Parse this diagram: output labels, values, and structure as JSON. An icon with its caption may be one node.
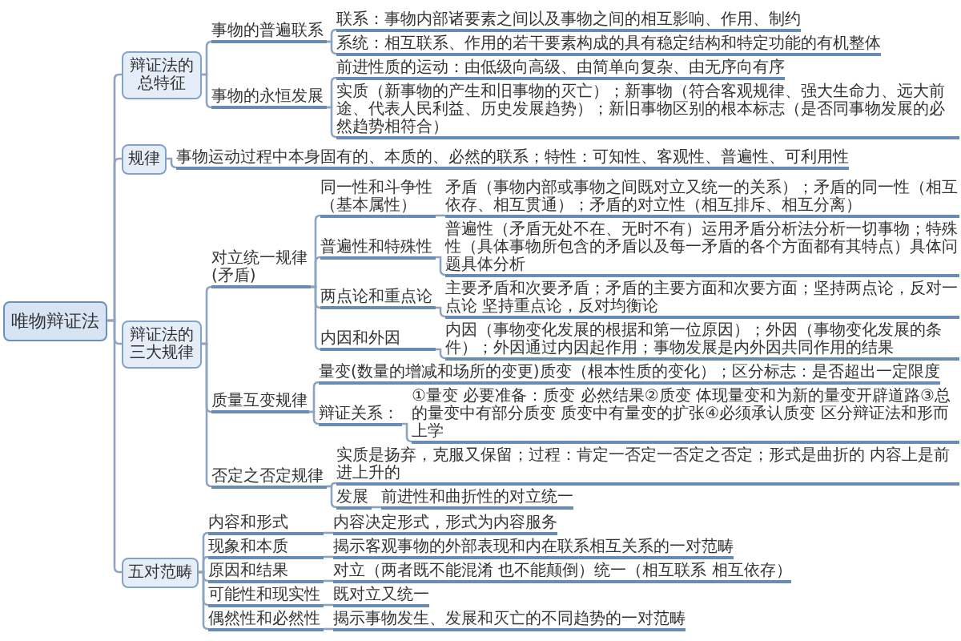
{
  "diagram": {
    "nodes": [
      {
        "text": [
          "唯物辩证法"
        ]
      },
      {
        "text": [
          "辩证法的总特征"
        ]
      },
      {
        "text": [
          "事物的普遍联系"
        ]
      },
      {
        "text": [
          "联系：事物内部诸要素之间以及事物之间的相互影响、作用、制约"
        ]
      },
      {
        "text": [
          "系统：相互联系、作用的若干要素构成的具有稳定结构和特定功能的有机整体"
        ]
      },
      {
        "text": [
          "事物的永恒发展"
        ]
      },
      {
        "text": [
          "前进性质的运动：由低级向高级、由简单向复杂、由无序向有序"
        ]
      },
      {
        "text": [
          "实质（新事物的产生和旧事物的灭亡）；新事物（符合客观规律、强大生命力、远大前途、代表人民利益、历史发展趋势）；新旧事物区别的根本标志（是否同事物发展的必然趋势相符合）"
        ]
      },
      {
        "text": [
          "规律"
        ]
      },
      {
        "text": [
          "事物运动过程中本身固有的、本质的、必然的联系；特性：可知性、客观性、普遍性、可利用性"
        ]
      },
      {
        "text": [
          "辩证法的三大规律"
        ]
      },
      {
        "text": [
          "对立统一规律(矛盾)"
        ]
      },
      {
        "text": [
          "同一性和斗争性（基本属性）"
        ]
      },
      {
        "text": [
          "矛盾（事物内部或事物之间既对立又统一的关系）；矛盾的同一性（相互依存、相互贯通）；矛盾的对立性（相互排斥、相互分离）"
        ]
      },
      {
        "text": [
          "普遍性和特殊性"
        ]
      },
      {
        "text": [
          "普遍性（矛盾无处不在、无时不有）运用矛盾分析法分析一切事物；特殊性（具体事物所包含的矛盾以及每一矛盾的各个方面都有其特点）具体问题具体分析"
        ]
      },
      {
        "text": [
          "两点论和重点论"
        ]
      },
      {
        "text": [
          "主要矛盾和次要矛盾；矛盾的主要方面和次要方面；坚持两点论，反对一点论 坚持重点论，反对均衡论"
        ]
      },
      {
        "text": [
          "内因和外因"
        ]
      },
      {
        "text": [
          "内因（事物变化发展的根据和第一位原因）；外因（事物变化发展的条件）；外因通过内因起作用；事物发展是内外因共同作用的结果"
        ]
      },
      {
        "text": [
          "质量互变规律"
        ]
      },
      {
        "text": [
          "量变(数量的增减和场所的变更)质变（根本性质的变化）；区分标志：是否超出一定限度"
        ]
      },
      {
        "text": [
          "辩证关系："
        ]
      },
      {
        "text": [
          "①量变 必要准备：质变 必然结果②质变 体现量变和为新的量变开辟道路③总的量变中有部分质变 质变中有量变的扩张④必须承认质变 区分辩证法和形而上学"
        ]
      },
      {
        "text": [
          "否定之否定规律"
        ]
      },
      {
        "text": [
          "实质是扬弃，克服又保留；过程：肯定一否定一否定之否定；形式是曲折的 内容上是前进上升的"
        ]
      },
      {
        "text": [
          "发展"
        ]
      },
      {
        "text": [
          "前进性和曲折性的对立统一"
        ]
      },
      {
        "text": [
          "五对范畴"
        ]
      },
      {
        "text": [
          "内容和形式"
        ]
      },
      {
        "text": [
          "内容决定形式，形式为内容服务"
        ]
      },
      {
        "text": [
          "现象和本质"
        ]
      },
      {
        "text": [
          "揭示客观事物的外部表现和内在联系相互关系的一对范畴"
        ]
      },
      {
        "text": [
          "原因和结果"
        ]
      },
      {
        "text": [
          "对立（两者既不能混淆 也不能颠倒）统一（相互联系 相互依存）"
        ]
      },
      {
        "text": [
          "可能性和现实性"
        ]
      },
      {
        "text": [
          "既对立又统一"
        ]
      },
      {
        "text": [
          "偶然性和必然性"
        ]
      },
      {
        "text": [
          "揭示事物发生、发展和灭亡的不同趋势的一对范畴"
        ]
      }
    ],
    "edges": [
      {
        "from": 0,
        "to": 1,
        "arrow": "none"
      },
      {
        "from": 1,
        "to": 2,
        "arrow": "none"
      },
      {
        "from": 2,
        "to": 3,
        "arrow": "none"
      },
      {
        "from": 2,
        "to": 4,
        "arrow": "none"
      },
      {
        "from": 1,
        "to": 5,
        "arrow": "none"
      },
      {
        "from": 5,
        "to": 6,
        "arrow": "none"
      },
      {
        "from": 5,
        "to": 7,
        "arrow": "none"
      },
      {
        "from": 0,
        "to": 8,
        "arrow": "none"
      },
      {
        "from": 8,
        "to": 9,
        "arrow": "none"
      },
      {
        "from": 0,
        "to": 10,
        "arrow": "none"
      },
      {
        "from": 10,
        "to": 11,
        "arrow": "none"
      },
      {
        "from": 11,
        "to": 12,
        "arrow": "none"
      },
      {
        "from": 12,
        "to": 13,
        "arrow": "none"
      },
      {
        "from": 11,
        "to": 14,
        "arrow": "none"
      },
      {
        "from": 14,
        "to": 15,
        "arrow": "none"
      },
      {
        "from": 11,
        "to": 16,
        "arrow": "none"
      },
      {
        "from": 16,
        "to": 17,
        "arrow": "none"
      },
      {
        "from": 11,
        "to": 18,
        "arrow": "none"
      },
      {
        "from": 18,
        "to": 19,
        "arrow": "none"
      },
      {
        "from": 10,
        "to": 20,
        "arrow": "none"
      },
      {
        "from": 20,
        "to": 21,
        "arrow": "none"
      },
      {
        "from": 20,
        "to": 22,
        "arrow": "none"
      },
      {
        "from": 22,
        "to": 23,
        "arrow": "none"
      },
      {
        "from": 10,
        "to": 24,
        "arrow": "none"
      },
      {
        "from": 24,
        "to": 25,
        "arrow": "none"
      },
      {
        "from": 24,
        "to": 26,
        "arrow": "none"
      },
      {
        "from": 26,
        "to": 27,
        "arrow": "none"
      },
      {
        "from": 0,
        "to": 28,
        "arrow": "none"
      },
      {
        "from": 28,
        "to": 29,
        "arrow": "none"
      },
      {
        "from": 29,
        "to": 30,
        "arrow": "none"
      },
      {
        "from": 28,
        "to": 31,
        "arrow": "none"
      },
      {
        "from": 31,
        "to": 32,
        "arrow": "none"
      },
      {
        "from": 28,
        "to": 33,
        "arrow": "none"
      },
      {
        "from": 33,
        "to": 34,
        "arrow": "none"
      },
      {
        "from": 28,
        "to": 35,
        "arrow": "none"
      },
      {
        "from": 35,
        "to": 36,
        "arrow": "none"
      },
      {
        "from": 28,
        "to": 37,
        "arrow": "none"
      },
      {
        "from": 37,
        "to": 38,
        "arrow": "none"
      }
    ]
  }
}
